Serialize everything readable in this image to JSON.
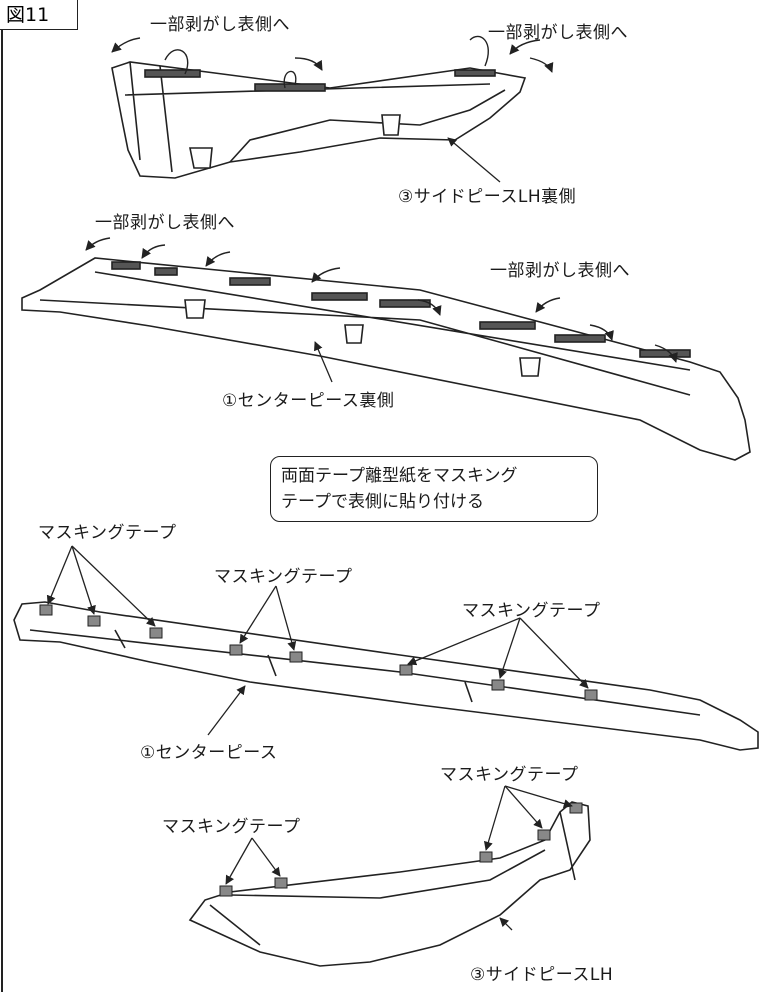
{
  "figure_tag": "図11",
  "labels": {
    "peel_front_1": "一部剥がし表側へ",
    "peel_front_2": "一部剥がし表側へ",
    "side_piece_lh_back": "③サイドピースLH裏側",
    "peel_front_3": "一部剥がし表側へ",
    "peel_front_4": "一部剥がし表側へ",
    "center_piece_back": "①センターピース裏側",
    "masking_tape_1": "マスキングテープ",
    "masking_tape_2": "マスキングテープ",
    "masking_tape_3": "マスキングテープ",
    "center_piece": "①センターピース",
    "masking_tape_4": "マスキングテープ",
    "masking_tape_5": "マスキングテープ",
    "side_piece_lh": "③サイドピースLH"
  },
  "note": {
    "line1": "両面テープ離型紙をマスキング",
    "line2": "テープで表側に貼り付ける"
  }
}
